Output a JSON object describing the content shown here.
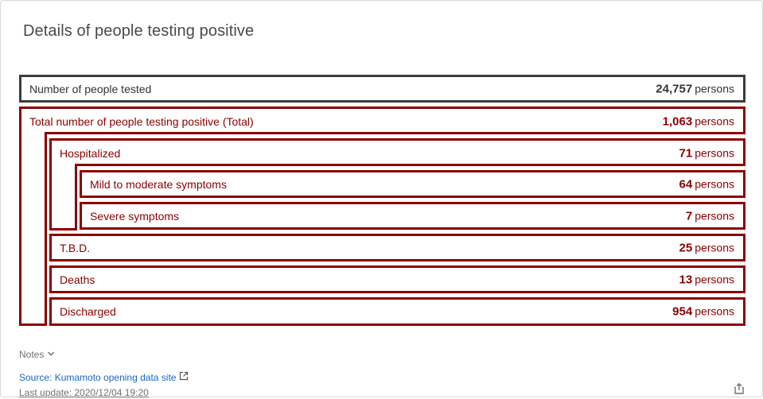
{
  "card": {
    "title": "Details of people testing positive"
  },
  "rows": {
    "tested": {
      "label": "Number of people tested",
      "value": "24,757",
      "unit": "persons"
    },
    "positive": {
      "label": "Total number of people testing positive (Total)",
      "value": "1,063",
      "unit": "persons"
    },
    "hospitalized": {
      "label": "Hospitalized",
      "value": "71",
      "unit": "persons"
    },
    "mild": {
      "label": "Mild to moderate symptoms",
      "value": "64",
      "unit": "persons"
    },
    "severe": {
      "label": "Severe symptoms",
      "value": "7",
      "unit": "persons"
    },
    "tbd": {
      "label": "T.B.D.",
      "value": "25",
      "unit": "persons"
    },
    "deaths": {
      "label": "Deaths",
      "value": "13",
      "unit": "persons"
    },
    "discharged": {
      "label": "Discharged",
      "value": "954",
      "unit": "persons"
    }
  },
  "footer": {
    "notes_label": "Notes",
    "source_label": "Source: Kumamoto opening data site",
    "last_update": "Last update: 2020/12/04 19:20"
  },
  "icons": {
    "notes_toggle": "chevron-down-icon",
    "source_link": "external-link-icon",
    "share": "share-icon"
  },
  "colors": {
    "positive_border": "#8b0000",
    "tested_border": "#3c3c3c",
    "link": "#1a66c4"
  }
}
